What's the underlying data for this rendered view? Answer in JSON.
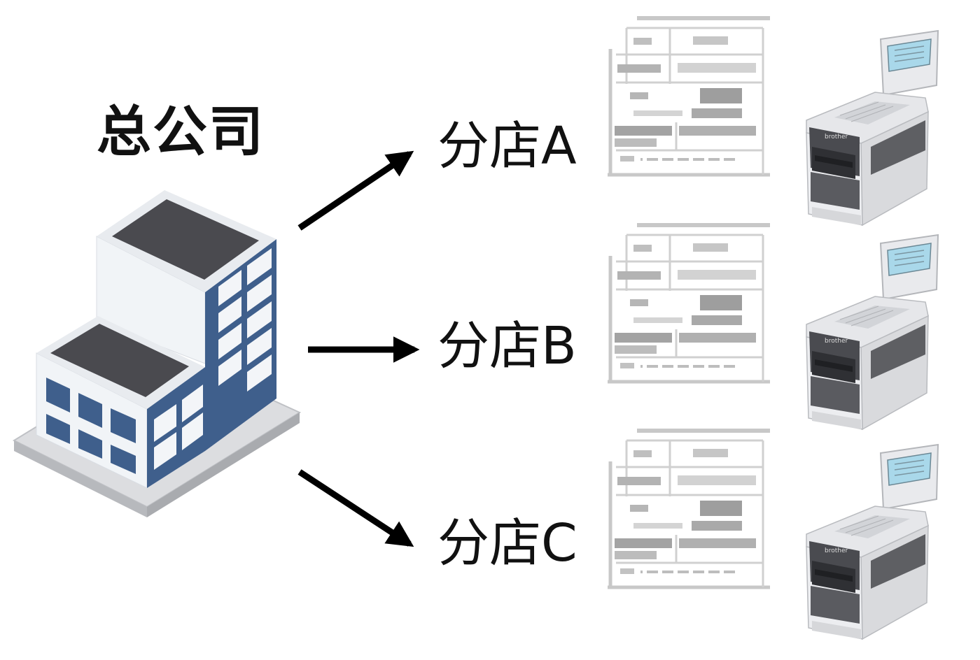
{
  "headquarters": {
    "label": "总公司"
  },
  "branches": [
    {
      "label": "分店A"
    },
    {
      "label": "分店B"
    },
    {
      "label": "分店C"
    }
  ],
  "printer": {
    "brand": "brother"
  },
  "colors": {
    "building_wall_light": "#f1f4f7",
    "building_wall_blue": "#3f5f8c",
    "building_roof": "#4a4a4f",
    "arrow": "#000000",
    "printer_body": "#e8e9ec",
    "printer_dark": "#4a4b50"
  }
}
